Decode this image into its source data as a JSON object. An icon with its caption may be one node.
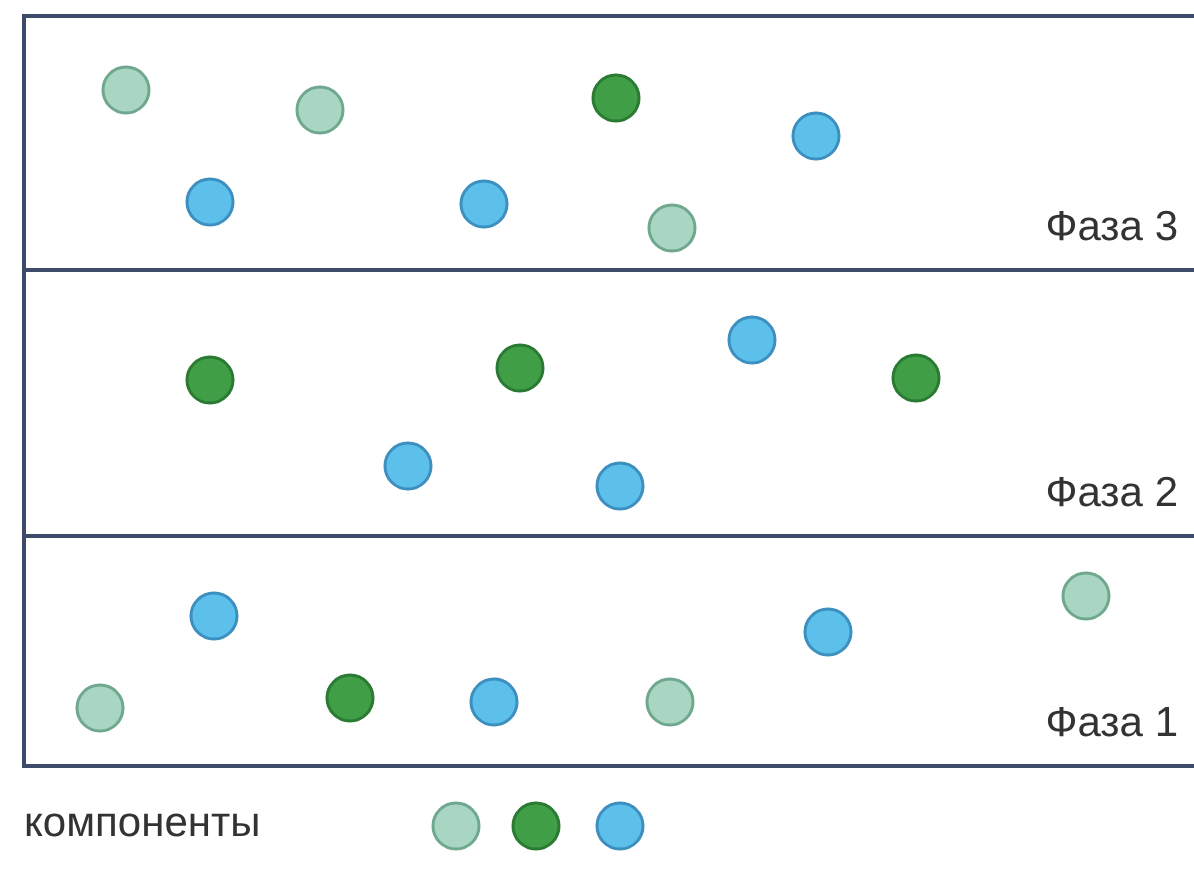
{
  "diagram": {
    "nodes": [
      {
        "text": [
          "Фаза 3"
        ]
      },
      {
        "text": [
          "Фаза 2"
        ]
      },
      {
        "text": [
          "Фаза 1"
        ]
      }
    ],
    "labels": [
      "компоненты"
    ]
  }
}
